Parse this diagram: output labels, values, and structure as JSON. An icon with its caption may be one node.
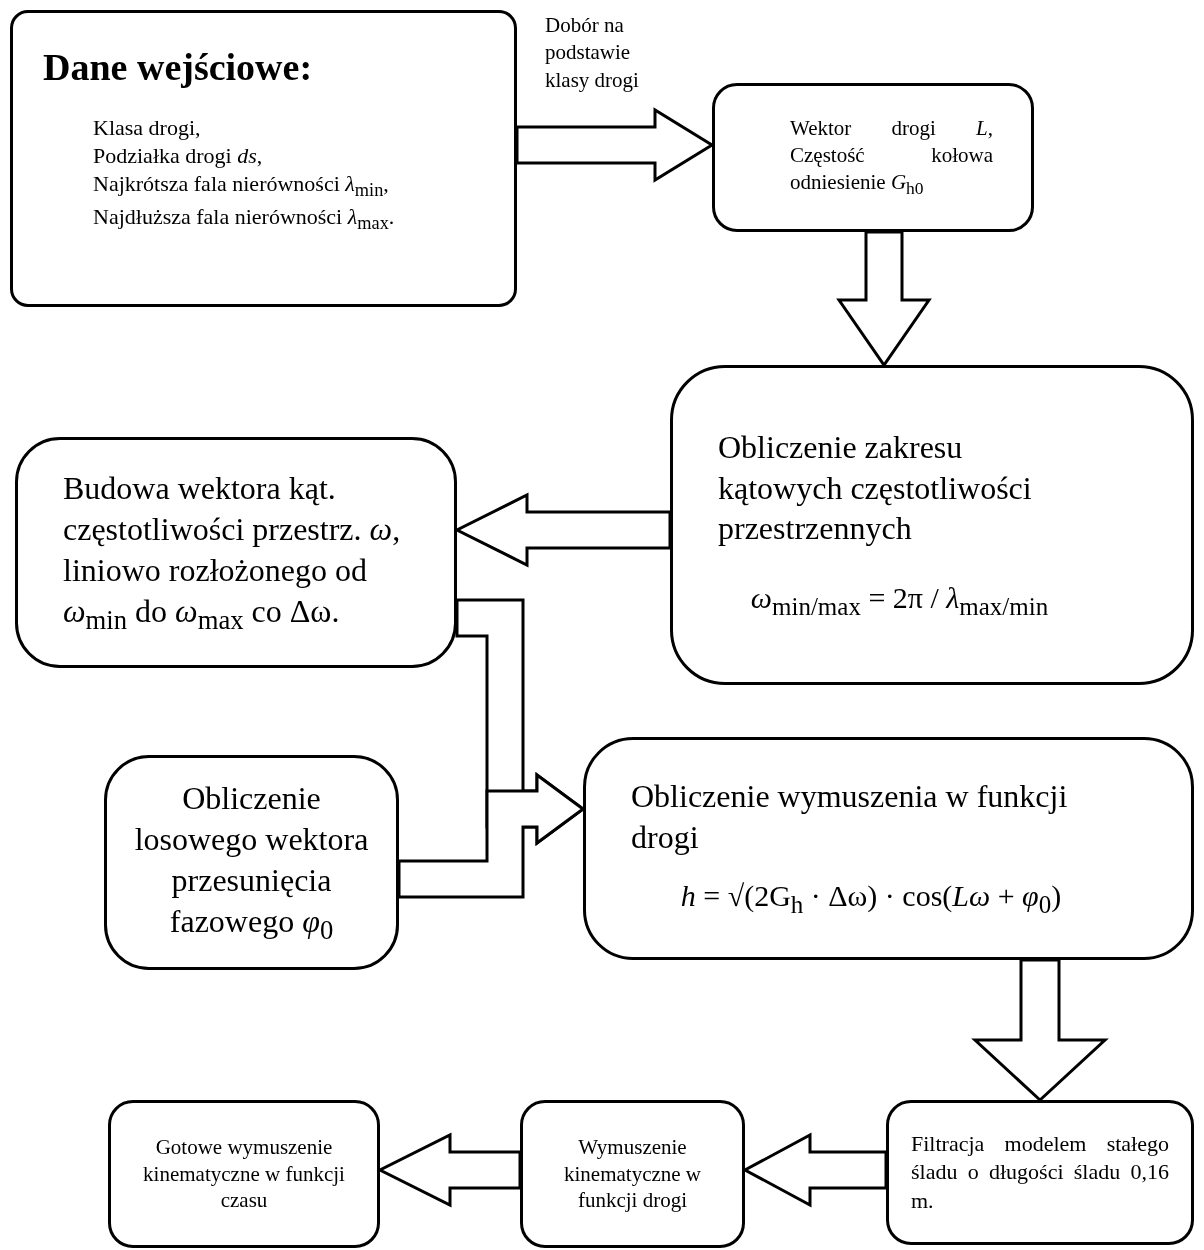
{
  "diagram": {
    "nodes": [
      {
        "text": [
          "Dane wejściowe:",
          "Klasa drogi,",
          "Podziałka drogi *ds*,",
          "Najkrótsza fala nierówności *λ*$_{min}$,",
          "Najdłuższa fala nierówności *λ*$_{max}$."
        ]
      },
      {
        "text": [
          "Wektor drogi *L*, Częstość kołowa odniesienie *G*$_{h0}$"
        ]
      },
      {
        "text": [
          "Obliczenie zakresu kątowych częstotliwości przestrzennych",
          "*ω*$_{min/max}$ = 2π / *λ*$_{max/min}$"
        ]
      },
      {
        "text": [
          "Budowa wektora kąt. częstotliwości przestrz. *ω*, liniowo rozłożonego od *ω*$_{min}$ do *ω*$_{max}$ co Δω."
        ]
      },
      {
        "text": [
          "Obliczenie losowego wektora przesunięcia fazowego *φ*$_{0}$"
        ]
      },
      {
        "text": [
          "Obliczenie wymuszenia w funkcji drogi",
          "*h* = √(2G$_{h}$ · Δω) · cos(*Lω* + *φ*$_{0}$)"
        ]
      },
      {
        "text": [
          "Filtracja modelem stałego śladu o długości śladu 0,16 m."
        ]
      },
      {
        "text": [
          "Wymuszenie kinematyczne w funkcji drogi"
        ]
      },
      {
        "text": [
          "Gotowe wymuszenie kinematyczne w funkcji czasu"
        ]
      }
    ],
    "edges": [
      {
        "from": 0,
        "to": 1,
        "arrow": "to",
        "label": "Dobór na podstawie klasy drogi"
      },
      {
        "from": 1,
        "to": 2,
        "arrow": "to"
      },
      {
        "from": 2,
        "to": 3,
        "arrow": "to"
      },
      {
        "from": 3,
        "to": 5,
        "arrow": "to"
      },
      {
        "from": 4,
        "to": 5,
        "arrow": "to"
      },
      {
        "from": 5,
        "to": 6,
        "arrow": "to"
      },
      {
        "from": 6,
        "to": 7,
        "arrow": "to"
      },
      {
        "from": 7,
        "to": 8,
        "arrow": "to"
      }
    ]
  }
}
